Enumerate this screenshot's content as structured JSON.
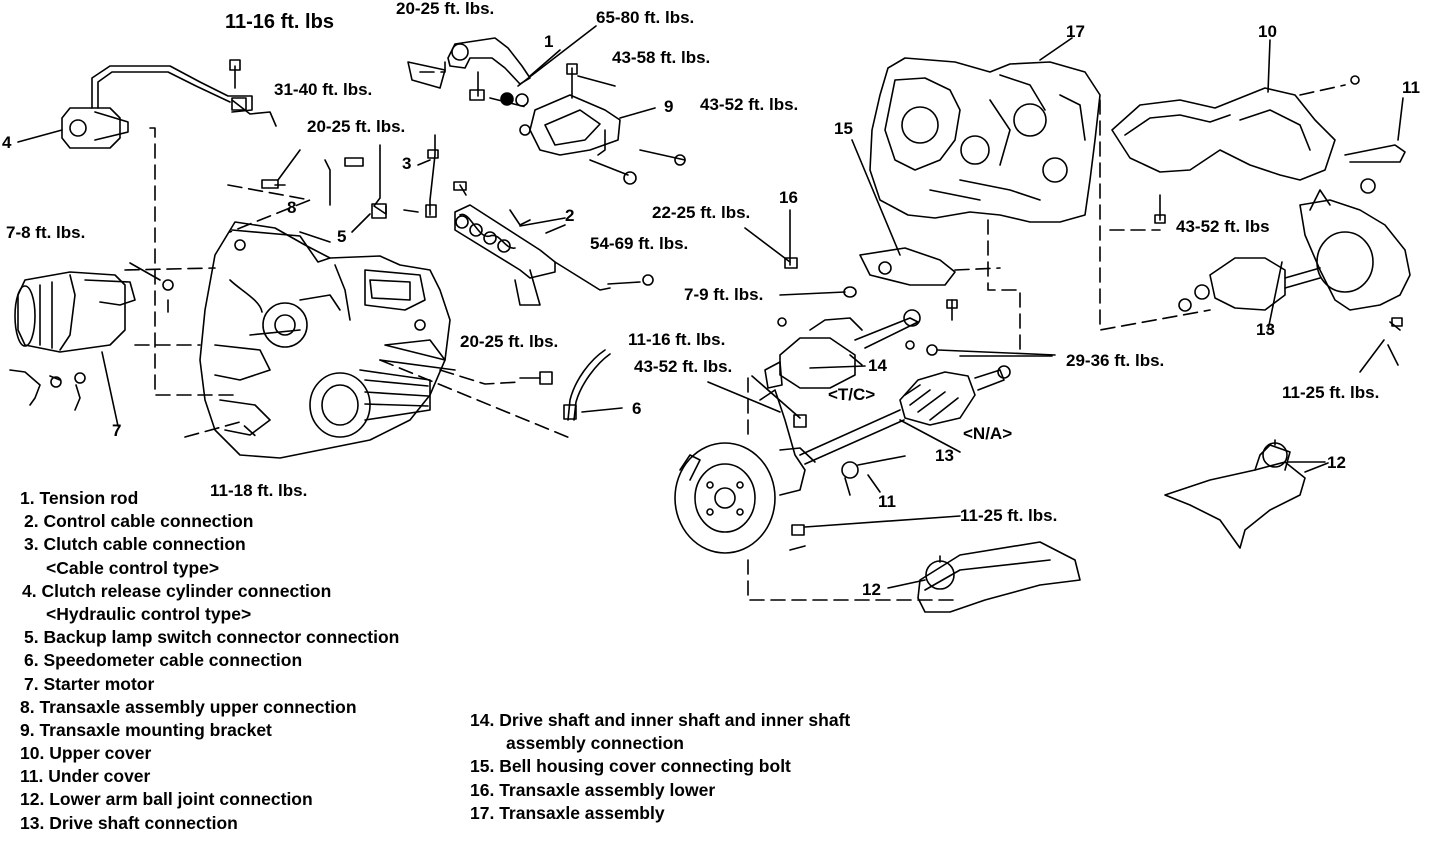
{
  "torque_specs": {
    "t_11_16_top": "11-16 ft. lbs",
    "t_20_25_top": "20-25 ft. lbs.",
    "t_65_80": "65-80 ft. lbs.",
    "t_43_58": "43-58 ft. lbs.",
    "t_43_52_upper": "43-52 ft. lbs.",
    "t_31_40": "31-40 ft. lbs.",
    "t_20_25_mid": "20-25 ft. lbs.",
    "t_7_8": "7-8 ft. lbs.",
    "t_22_25": "22-25 ft. lbs.",
    "t_54_69": "54-69 ft. lbs.",
    "t_7_9": "7-9 ft. lbs.",
    "t_11_16_mid": "11-16 ft. lbs.",
    "t_20_25_low": "20-25 ft. lbs.",
    "t_43_52_low": "43-52 ft. lbs.",
    "t_29_36": "29-36 ft. lbs.",
    "t_43_52_right": "43-52 ft. lbs",
    "t_11_25_right": "11-25 ft. lbs.",
    "t_11_25_mid": "11-25 ft. lbs.",
    "t_11_18": "11-18 ft. lbs."
  },
  "variants": {
    "tc": "<T/C>",
    "na": "<N/A>"
  },
  "callouts": {
    "c1": "1",
    "c2": "2",
    "c3": "3",
    "c4": "4",
    "c5": "5",
    "c6": "6",
    "c7": "7",
    "c8": "8",
    "c9": "9",
    "c10": "10",
    "c11a": "11",
    "c11b": "11",
    "c12a": "12",
    "c12b": "12",
    "c13a": "13",
    "c13b": "13",
    "c14": "14",
    "c15": "15",
    "c16": "16",
    "c17": "17"
  },
  "legend_left": [
    "1. Tension rod",
    "2. Control cable connection",
    "3. Clutch cable connection",
    "<Cable control type>",
    "4. Clutch release cylinder connection",
    "<Hydraulic control type>",
    "5. Backup lamp switch connector connection",
    "6. Speedometer cable connection",
    "7. Starter motor",
    "8. Transaxle assembly upper connection",
    "9. Transaxle mounting bracket",
    "10. Upper cover",
    "11. Under cover",
    "12. Lower arm ball joint connection",
    "13. Drive shaft connection"
  ],
  "legend_right": [
    "14. Drive shaft and inner shaft and inner shaft",
    "assembly connection",
    "15. Bell housing cover connecting bolt",
    "16. Transaxle assembly lower",
    "17. Transaxle assembly"
  ]
}
